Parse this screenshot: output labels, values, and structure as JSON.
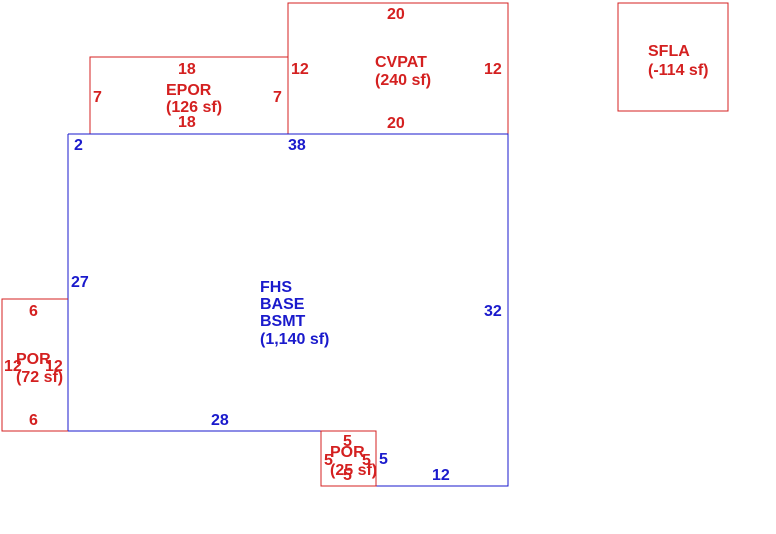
{
  "colors": {
    "red": "#d42020",
    "blue": "#1a1acc",
    "background": "#ffffff"
  },
  "areas": {
    "epor": {
      "name": "EPOR",
      "area": "(126 sf)",
      "dims": {
        "top": "18",
        "bottom": "18",
        "left": "7",
        "right": "7"
      }
    },
    "cvpat": {
      "name": "CVPAT",
      "area": "(240 sf)",
      "dims": {
        "top": "20",
        "bottom": "20",
        "left": "12",
        "right": "12"
      }
    },
    "sfla": {
      "name": "SFLA",
      "area": "(-114 sf)"
    },
    "main": {
      "lines": [
        "FHS",
        "BASE",
        "BSMT"
      ],
      "area": "(1,140 sf)",
      "dims": {
        "top_left": "2",
        "top_right": "38",
        "left": "27",
        "right": "32",
        "bottom": "28",
        "step_side": "5",
        "step_bottom": "12"
      }
    },
    "por_left": {
      "name": "POR",
      "area": "(72 sf)",
      "dims": {
        "top": "6",
        "bottom": "6",
        "left": "12",
        "right": "12"
      }
    },
    "por_bottom": {
      "name": "POR",
      "area": "(25 sf)",
      "dims": {
        "top": "5",
        "bottom": "5",
        "left": "5",
        "right": "5"
      }
    }
  }
}
